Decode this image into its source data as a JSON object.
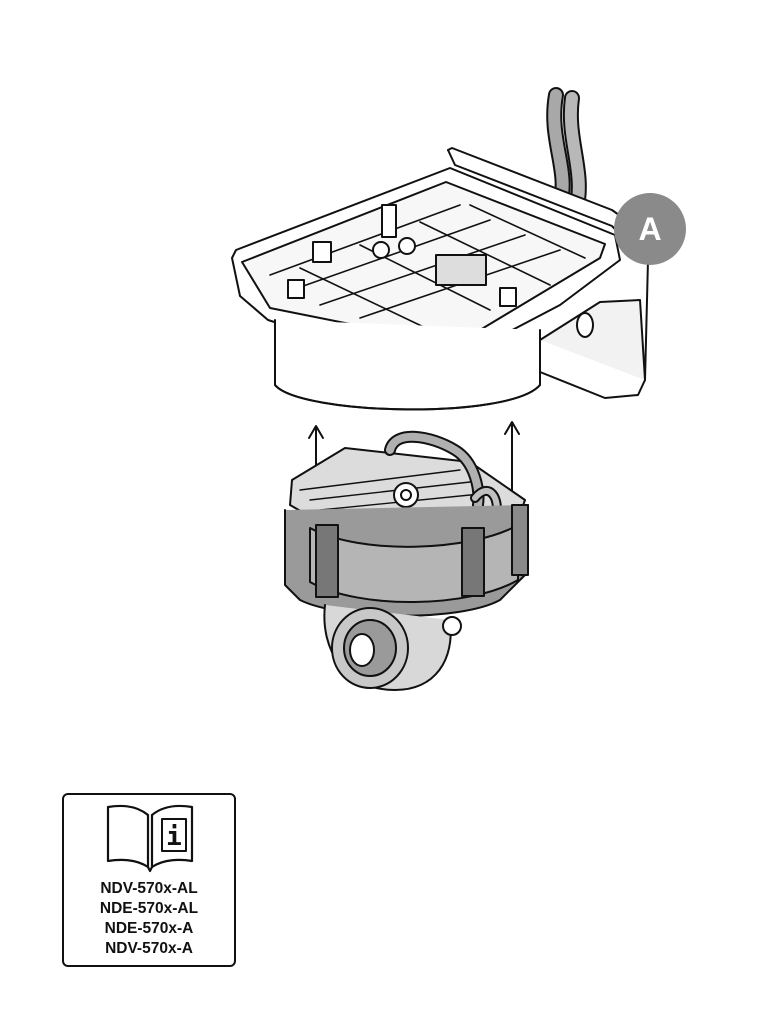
{
  "callout": {
    "label": "A",
    "color": "#8a8a8a"
  },
  "info_box": {
    "icon": "manual-info-icon",
    "icon_letter": "i",
    "models": [
      "NDV-570x-AL",
      "NDE-570x-AL",
      "NDE-570x-A",
      "NDV-570x-A"
    ]
  },
  "illustration": {
    "parts": [
      "wall-mount-bracket",
      "cables",
      "camera-module",
      "lift-arrows"
    ]
  }
}
